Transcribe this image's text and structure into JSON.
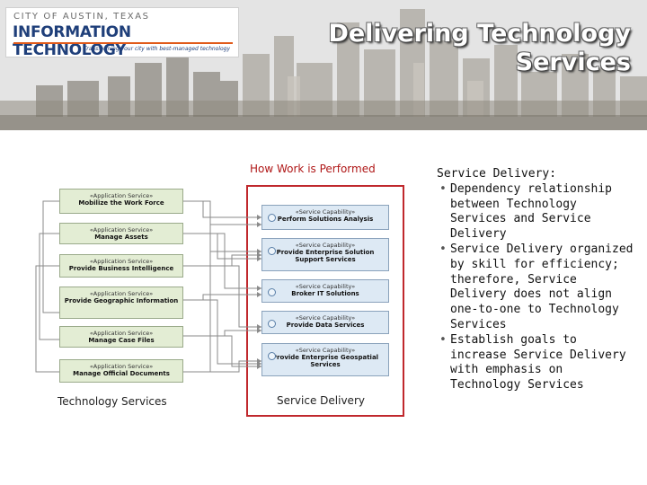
{
  "header": {
    "logo_top": "CITY OF AUSTIN, TEXAS",
    "logo_main": "INFORMATION TECHNOLOGY",
    "logo_tagline": "Transforming your city with best-managed technology",
    "title_line1": "Delivering Technology",
    "title_line2": "Services"
  },
  "diagram": {
    "heading": "How Work is Performed",
    "left_label": "Technology Services",
    "right_label": "Service Delivery",
    "application_services": [
      {
        "stereotype": "«Application Service»",
        "name": "Mobilize the Work Force"
      },
      {
        "stereotype": "«Application Service»",
        "name": "Manage Assets"
      },
      {
        "stereotype": "«Application Service»",
        "name": "Provide Business Intelligence"
      },
      {
        "stereotype": "«Application Service»",
        "name": "Provide Geographic Information"
      },
      {
        "stereotype": "«Application Service»",
        "name": "Manage Case Files"
      },
      {
        "stereotype": "«Application Service»",
        "name": "Manage Official Documents"
      }
    ],
    "service_capabilities": [
      {
        "stereotype": "«Service Capability»",
        "name": "Perform Solutions Analysis"
      },
      {
        "stereotype": "«Service Capability»",
        "name": "Provide Enterprise Solution Support Services"
      },
      {
        "stereotype": "«Service Capability»",
        "name": "Broker IT Solutions"
      },
      {
        "stereotype": "«Service Capability»",
        "name": "Provide Data Services"
      },
      {
        "stereotype": "«Service Capability»",
        "name": "Provide Enterprise Geospatial Services"
      }
    ]
  },
  "notes": {
    "heading": "Service Delivery:",
    "bullets": [
      "Dependency relationship between Technology Services and Service Delivery",
      "Service Delivery organized by skill for efficiency; therefore, Service Delivery does not align one-to-one to Technology Services",
      "Establish goals to increase Service Delivery with emphasis on Technology Services"
    ]
  }
}
